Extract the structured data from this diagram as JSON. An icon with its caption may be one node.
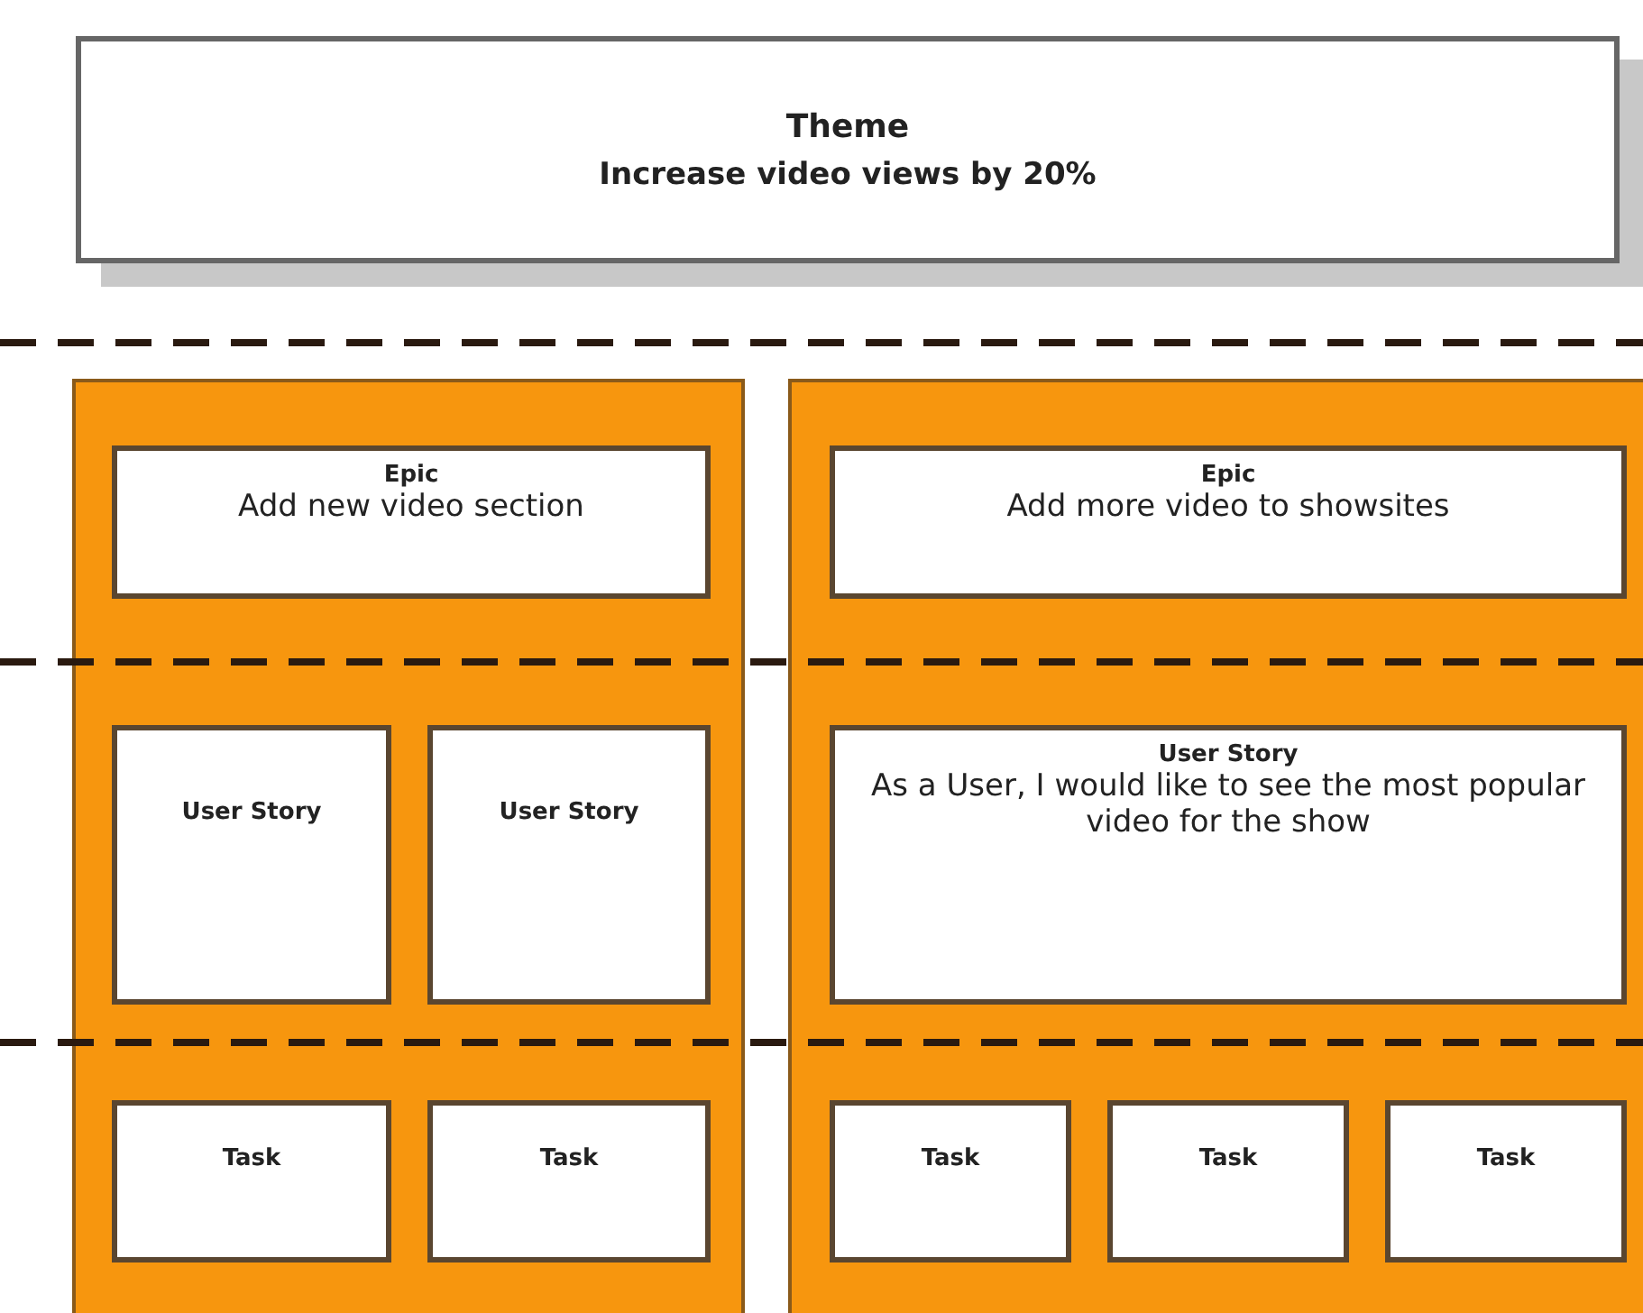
{
  "diagram": {
    "nodes": [
      {
        "text": [
          "Theme",
          "Increase video views by 20%"
        ]
      },
      {
        "text": [],
        "shape": "box"
      },
      {
        "text": [
          "Epic",
          "Add new video section"
        ],
        "in": 1
      },
      {
        "text": [
          "User Story"
        ],
        "in": 1
      },
      {
        "text": [
          "User Story"
        ],
        "in": 1
      },
      {
        "text": [
          "Task"
        ],
        "in": 1
      },
      {
        "text": [
          "Task"
        ],
        "in": 1
      },
      {
        "text": [],
        "shape": "box"
      },
      {
        "text": [
          "Epic",
          "Add more video to showsites"
        ],
        "in": 7
      },
      {
        "text": [
          "User Story",
          "As a User, I would like to see the most popular video for the show"
        ],
        "in": 7
      },
      {
        "text": [
          "Task"
        ],
        "in": 7
      },
      {
        "text": [
          "Task"
        ],
        "in": 7
      },
      {
        "text": [
          "Task"
        ],
        "in": 7
      }
    ],
    "edges": []
  }
}
